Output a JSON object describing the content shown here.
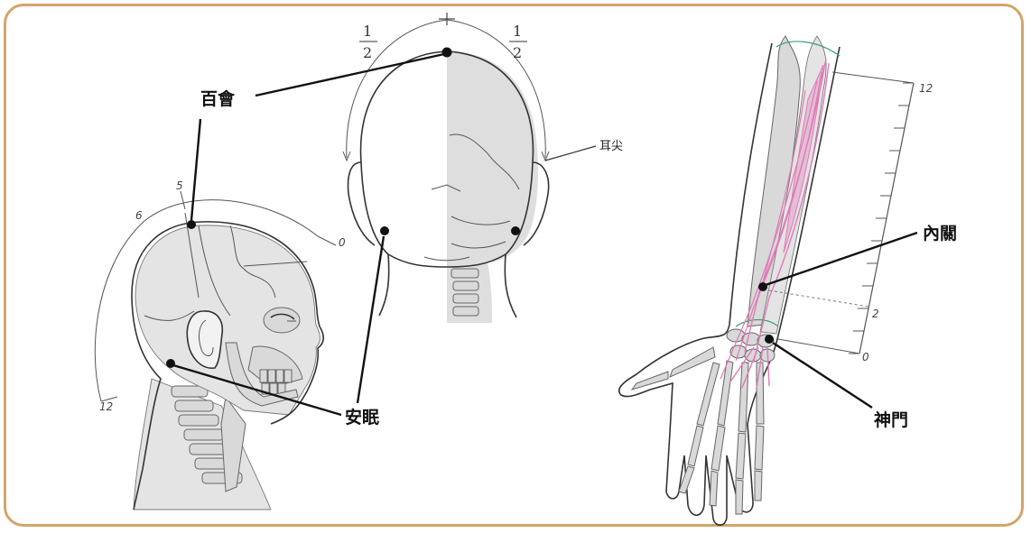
{
  "labels": {
    "baihui": "百會",
    "anmian": "安眠",
    "ear_apex": "耳尖",
    "neiguan": "內關",
    "shenmen": "神門"
  },
  "fractions": {
    "left_numerator": "1",
    "left_denominator": "2",
    "right_numerator": "1",
    "right_denominator": "2"
  },
  "head_scale": {
    "tick_0": "0",
    "tick_5": "5",
    "tick_6": "6",
    "tick_12": "12"
  },
  "arm_scale": {
    "tick_0": "0",
    "tick_2": "2",
    "tick_12": "12"
  },
  "colors": {
    "frame_border": "#d3a46a",
    "tendon_pink": "#e07ab8",
    "bone_gray": "#d9d9d9"
  }
}
